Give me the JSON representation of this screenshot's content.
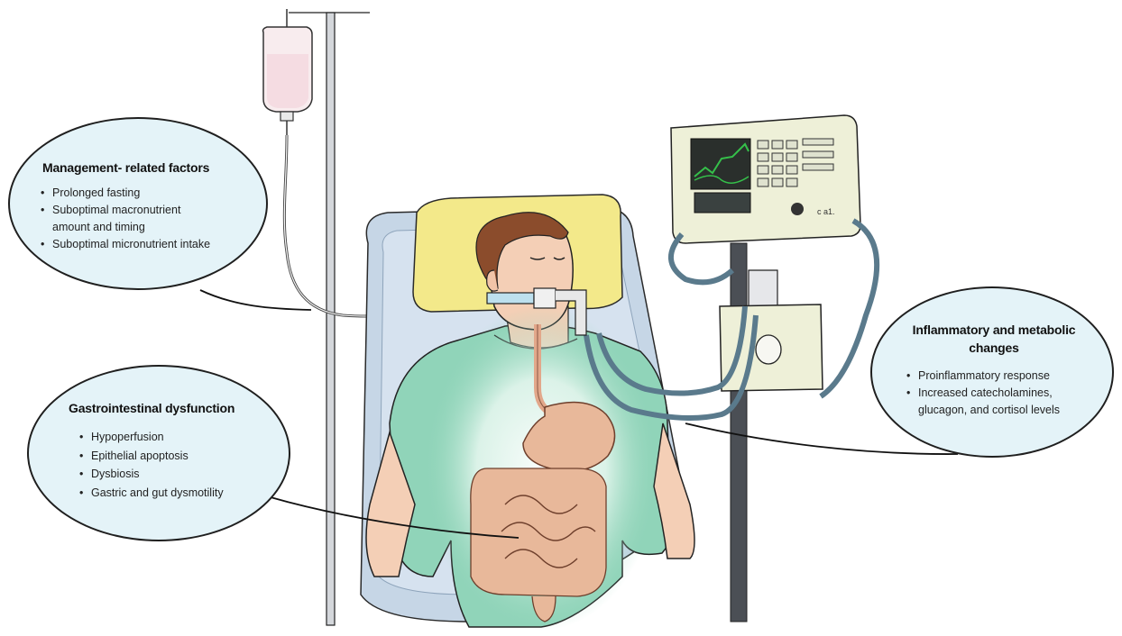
{
  "boxes": {
    "management": {
      "title": "Management- related factors",
      "items": [
        "Prolonged fasting",
        "Suboptimal macronutrient",
        "amount and timing",
        "Suboptimal micronutrient intake"
      ]
    },
    "gastrointestinal": {
      "title": "Gastrointestinal dysfunction",
      "items": [
        "Hypoperfusion",
        "Epithelial apoptosis",
        "Dysbiosis",
        "Gastric and gut dysmotility"
      ]
    },
    "inflammatory": {
      "title_line1": "Inflammatory and metabolic",
      "title_line2": "changes",
      "items": [
        "Proinflammatory response",
        "Increased catecholamines,",
        "glucagon, and cortisol levels"
      ]
    }
  },
  "colors": {
    "bubble_fill": "#e4f3f8",
    "pillow": "#f3e98a",
    "bed": "#c6d6e6",
    "gown": "#90d4b9",
    "intestines": "#e8b89a",
    "ventilator": "#eef0d8",
    "screen": "#2a2f2c",
    "waveform": "#35c04a",
    "hair": "#8b4c2c",
    "skin": "#f4cfb6",
    "line": "#111111"
  },
  "illustration": {
    "subject": "ventilated-patient-with-iv-drip",
    "icons": [
      "iv-bag-icon",
      "ventilator-icon",
      "stomach-icon",
      "intestines-icon"
    ],
    "ventilator_label": "c a1."
  }
}
